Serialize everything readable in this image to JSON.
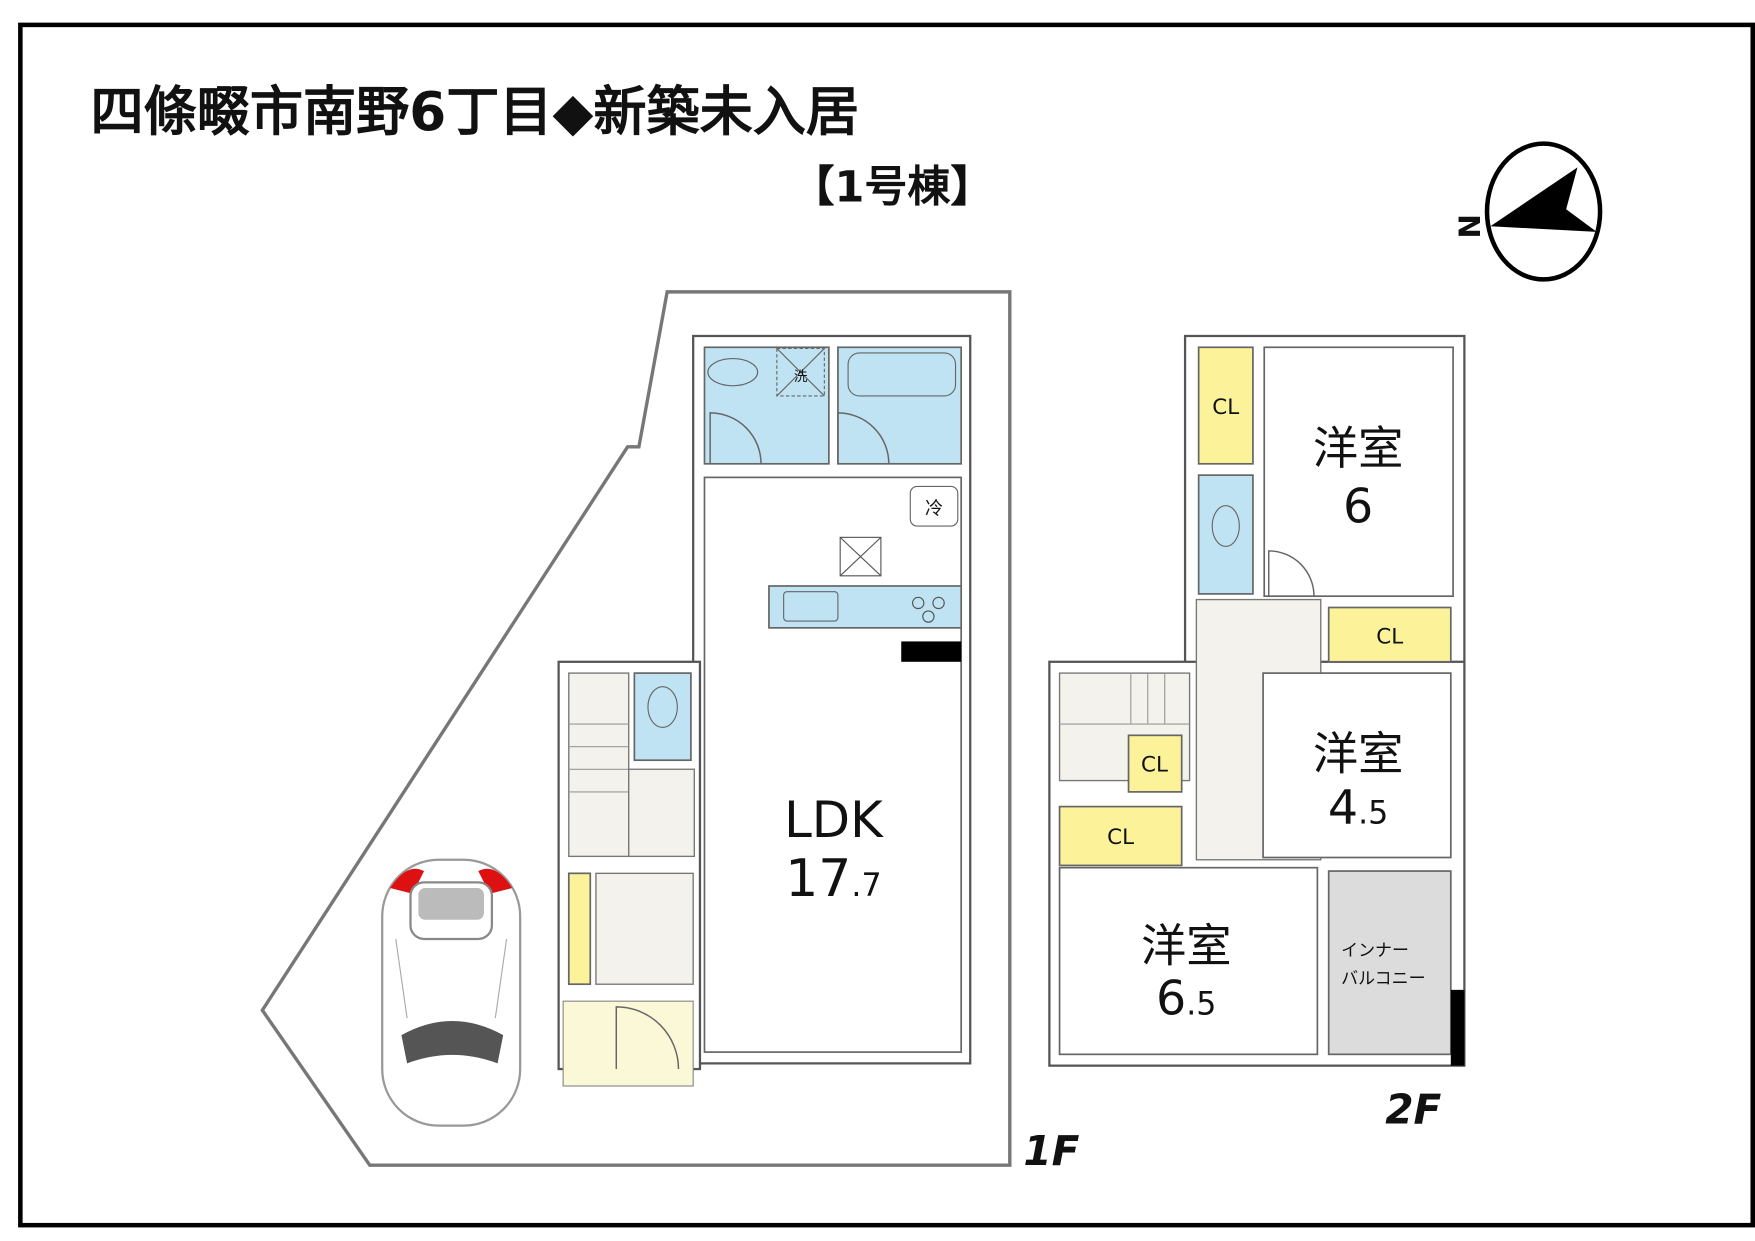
{
  "header": {
    "title": "四條畷市南野6丁目◆新築未入居",
    "subtitle": "【1号棟】"
  },
  "compass": {
    "label": "N"
  },
  "floor1": {
    "label": "1F",
    "ldk": {
      "name": "LDK",
      "area_main": "17",
      "area_decimal": ".7"
    },
    "fridge_label": "冷",
    "washer_label": "洗"
  },
  "floor2": {
    "label": "2F",
    "rooms": [
      {
        "name": "洋室",
        "area_main": "6",
        "area_decimal": ""
      },
      {
        "name": "洋室",
        "area_main": "4",
        "area_decimal": ".5"
      },
      {
        "name": "洋室",
        "area_main": "6",
        "area_decimal": ".5"
      }
    ],
    "closet_label": "CL",
    "balcony_line1": "インナー",
    "balcony_line2": "バルコニー"
  },
  "colors": {
    "wet_area": "#bfe3f2",
    "closet": "#fbf29a",
    "balcony": "#dcdcdc",
    "frame": "#000000"
  }
}
